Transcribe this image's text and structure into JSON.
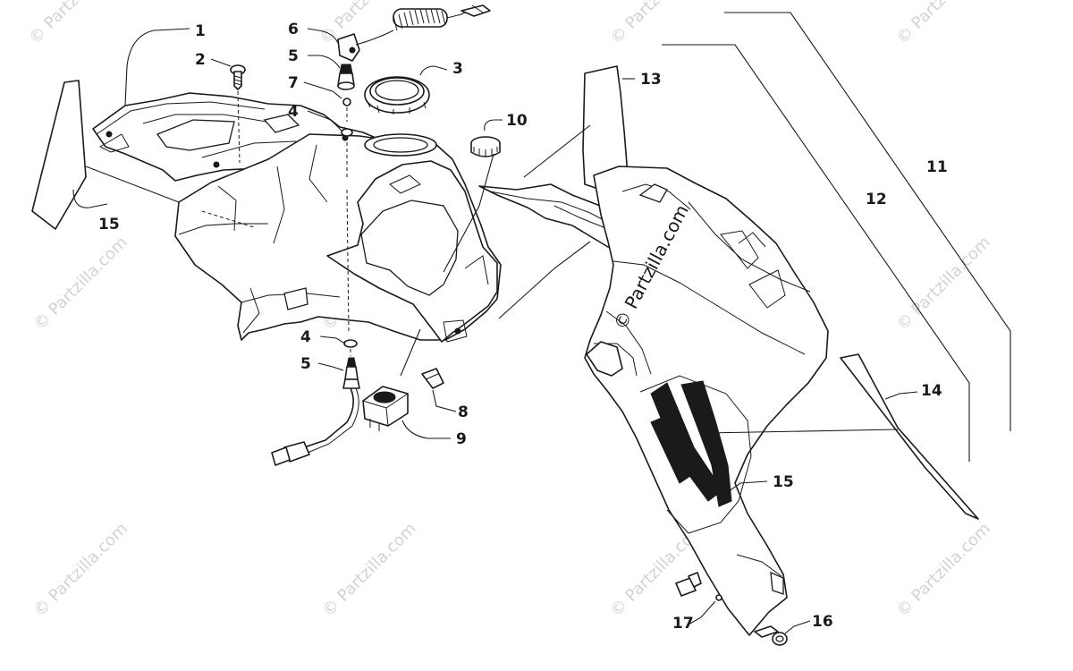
{
  "watermark": {
    "text": "© Partzilla.com",
    "center_text": "© Partzilla.com"
  },
  "callouts": [
    {
      "id": "c1",
      "label": "1"
    },
    {
      "id": "c2",
      "label": "2"
    },
    {
      "id": "c3",
      "label": "3"
    },
    {
      "id": "c4a",
      "label": "4"
    },
    {
      "id": "c4b",
      "label": "4"
    },
    {
      "id": "c5a",
      "label": "5"
    },
    {
      "id": "c5b",
      "label": "5"
    },
    {
      "id": "c6",
      "label": "6"
    },
    {
      "id": "c7",
      "label": "7"
    },
    {
      "id": "c8",
      "label": "8"
    },
    {
      "id": "c9",
      "label": "9"
    },
    {
      "id": "c10",
      "label": "10"
    },
    {
      "id": "c11",
      "label": "11"
    },
    {
      "id": "c12",
      "label": "12"
    },
    {
      "id": "c13",
      "label": "13"
    },
    {
      "id": "c14",
      "label": "14"
    },
    {
      "id": "c15a",
      "label": "15"
    },
    {
      "id": "c15b",
      "label": "15"
    },
    {
      "id": "c16",
      "label": "16"
    },
    {
      "id": "c17",
      "label": "17"
    }
  ]
}
